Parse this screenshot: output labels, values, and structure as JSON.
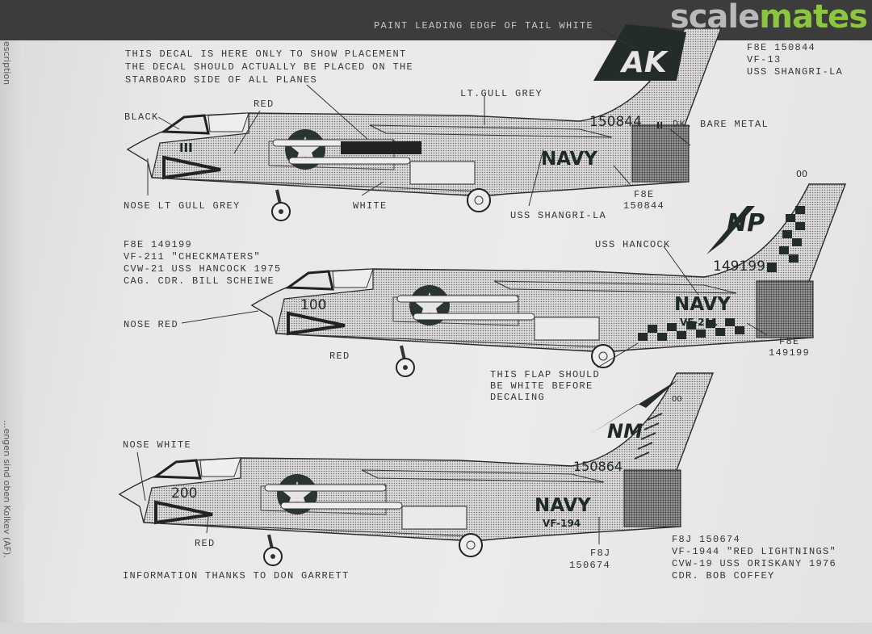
{
  "header": {
    "brand_part1": "scale",
    "brand_part2": "mates"
  },
  "side_text": {
    "top": "... description",
    "bottom": "...engen sind oben Kolkev (AF)."
  },
  "colors": {
    "brand_green": "#8cc63f",
    "ink": "#1f2a24",
    "paper": "#e9e8e6"
  },
  "aircraft": [
    {
      "info": [
        "F8E 150844",
        "VF-13",
        "USS SHANGRI-LA"
      ],
      "notes": {
        "tail_paint": "PAINT LEADING EDGF OF TAIL WHITE",
        "placement": [
          "THIS DECAL IS HERE ONLY TO SHOW PLACEMENT",
          "THE DECAL SHOULD ACTUALLY BE PLACED ON THE",
          "STARBOARD SIDE OF ALL PLANES"
        ],
        "black": "BLACK",
        "red": "RED",
        "gull_grey": "LT.GULL GREY",
        "bare_metal": "DK. BARE METAL",
        "nose": "NOSE LT GULL GREY",
        "white": "WHITE",
        "ship": "USS SHANGRI-LA",
        "stencil": [
          "F8E",
          "150844"
        ]
      },
      "markings": {
        "tail_code": "AK",
        "bureau": "150844",
        "fin_mark": "II",
        "navy": "NAVY",
        "modex": "III"
      }
    },
    {
      "info": [
        "F8E 149199",
        "VF-211 \"CHECKMATERS\"",
        "CVW-21 USS HANCOCK 1975",
        "CAG. CDR. BILL SCHEIWE"
      ],
      "notes": {
        "ship": "USS HANCOCK",
        "nose": "NOSE RED",
        "red": "RED",
        "flap": [
          "THIS FLAP SHOULD",
          "BE WHITE BEFORE",
          "DECALING"
        ],
        "stencil": [
          "F8E",
          "149199"
        ]
      },
      "markings": {
        "tail_code": "NP",
        "tail_top": "00",
        "bureau": "149199",
        "navy": "NAVY",
        "squadron": "VF-211",
        "modex": "100"
      }
    },
    {
      "info": [
        "F8J 150674",
        "VF-1944 \"RED LIGHTNINGS\"",
        "CVW-19 USS ORISKANY 1976",
        "CDR. BOB COFFEY"
      ],
      "notes": {
        "nose": "NOSE WHITE",
        "red": "RED",
        "credit": "INFORMATION THANKS TO DON GARRETT",
        "stencil": [
          "F8J",
          "150674"
        ]
      },
      "markings": {
        "tail_code": "NM",
        "tail_top": "00",
        "bureau": "150864",
        "navy": "NAVY",
        "squadron": "VF-194",
        "modex": "200"
      }
    }
  ]
}
